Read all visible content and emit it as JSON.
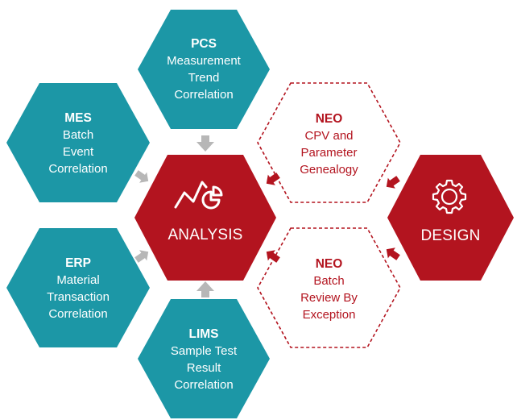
{
  "colors": {
    "teal": "#1c97a6",
    "red": "#b3141f",
    "arrow_gray": "#b7b7b7",
    "arrow_red": "#b3141f",
    "background": "#ffffff"
  },
  "center": {
    "label": "ANALYSIS",
    "icon": "analytics-chart-icon"
  },
  "design": {
    "label": "DESIGN",
    "icon": "gear-icon"
  },
  "sources": {
    "pcs": {
      "title": "PCS",
      "lines": [
        "Measurement",
        "Trend",
        "Correlation"
      ]
    },
    "mes": {
      "title": "MES",
      "lines": [
        "Batch",
        "Event",
        "Correlation"
      ]
    },
    "erp": {
      "title": "ERP",
      "lines": [
        "Material",
        "Transaction",
        "Correlation"
      ]
    },
    "lims": {
      "title": "LIMS",
      "lines": [
        "Sample Test",
        "Result",
        "Correlation"
      ]
    }
  },
  "neo_top": {
    "title": "NEO",
    "lines": [
      "CPV and",
      "Parameter",
      "Genealogy"
    ]
  },
  "neo_bottom": {
    "title": "NEO",
    "lines": [
      "Batch",
      "Review By",
      "Exception"
    ]
  }
}
